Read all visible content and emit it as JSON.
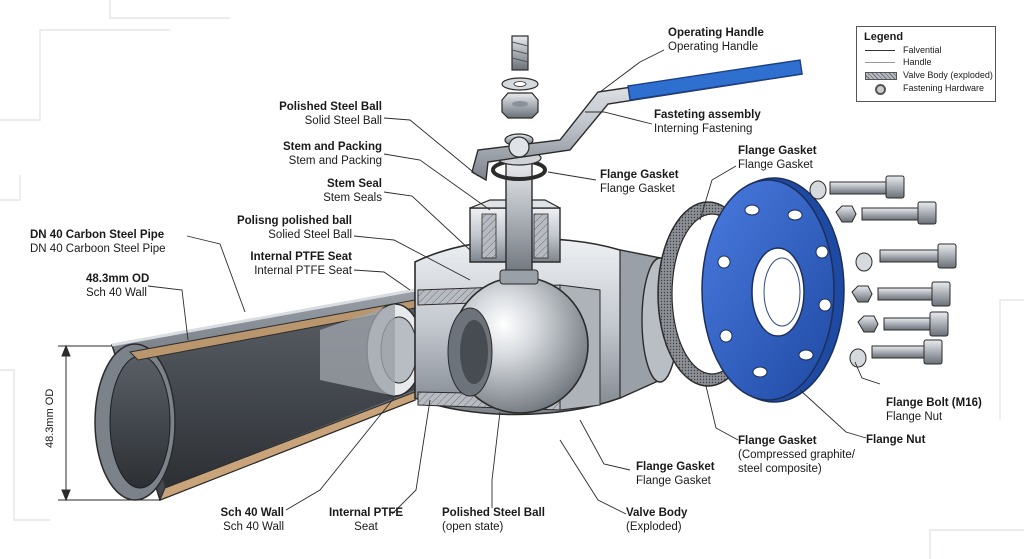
{
  "labels": {
    "operating_handle": {
      "title": "Operating Handle",
      "sub": "Operating Handle"
    },
    "fasteting_assembly": {
      "title": "Fasteting assembly",
      "sub": "Interning Fastening"
    },
    "polished_steel_ball_top": {
      "title": "Polished Steel Ball",
      "sub": "Solid Steel Ball"
    },
    "stem_packing": {
      "title": "Stem and Packing",
      "sub": "Stem and Packing"
    },
    "stem_seal": {
      "title": "Stem Seal",
      "sub": "Stem Seals"
    },
    "polisng_ball": {
      "title": "Polisng polished ball",
      "sub": "Solied Steel Ball"
    },
    "internal_ptfe_seat_top": {
      "title": "Internal PTFE Seat",
      "sub": "Internal PTFE Seat"
    },
    "dn40_pipe": {
      "title": "DN 40 Carbon Steel Pipe",
      "sub": "DN 40 Carboon Steel Pipe"
    },
    "od_48": {
      "title": "48.3mm OD",
      "sub": "Sch 40 Wall"
    },
    "flange_gasket_mid": {
      "title": "Flange Gasket",
      "sub": "Flange Gasket"
    },
    "flange_gasket_top": {
      "title": "Flange Gasket",
      "sub": "Flange Gasket"
    },
    "flange_bolt": {
      "title": "Flange Bolt (M16)",
      "sub": "Flange Nut"
    },
    "flange_nut": {
      "title": "Flange Nut"
    },
    "flange_gasket_composite": {
      "title": "Flange Gasket",
      "sub": "(Compressed graphite/",
      "sub2": "steel composite)"
    },
    "flange_gasket_lower": {
      "title": "Flange Gasket",
      "sub": "Flange Gasket"
    },
    "valve_body": {
      "title": "Valve Body",
      "sub": "(Exploded)"
    },
    "polished_steel_ball_bottom": {
      "title": "Polished Steel Ball",
      "sub": "(open state)"
    },
    "internal_ptfe_bottom": {
      "title": "Internal PTFE",
      "sub": "Seat"
    },
    "sch40_wall": {
      "title": "Sch 40 Wall",
      "sub": "Sch 40 Wall"
    }
  },
  "dimension": {
    "text": "48.3mm OD"
  },
  "legend": {
    "title": "Legend",
    "items": [
      "Falvential",
      "Handle",
      "Valve Body (exploded)",
      "Fastening Hardware"
    ]
  },
  "colors": {
    "flange": "#2f5fc0",
    "handle_grip": "#2f6fd0",
    "steel": "#c8ccd2",
    "outline": "#2b2b2b"
  }
}
